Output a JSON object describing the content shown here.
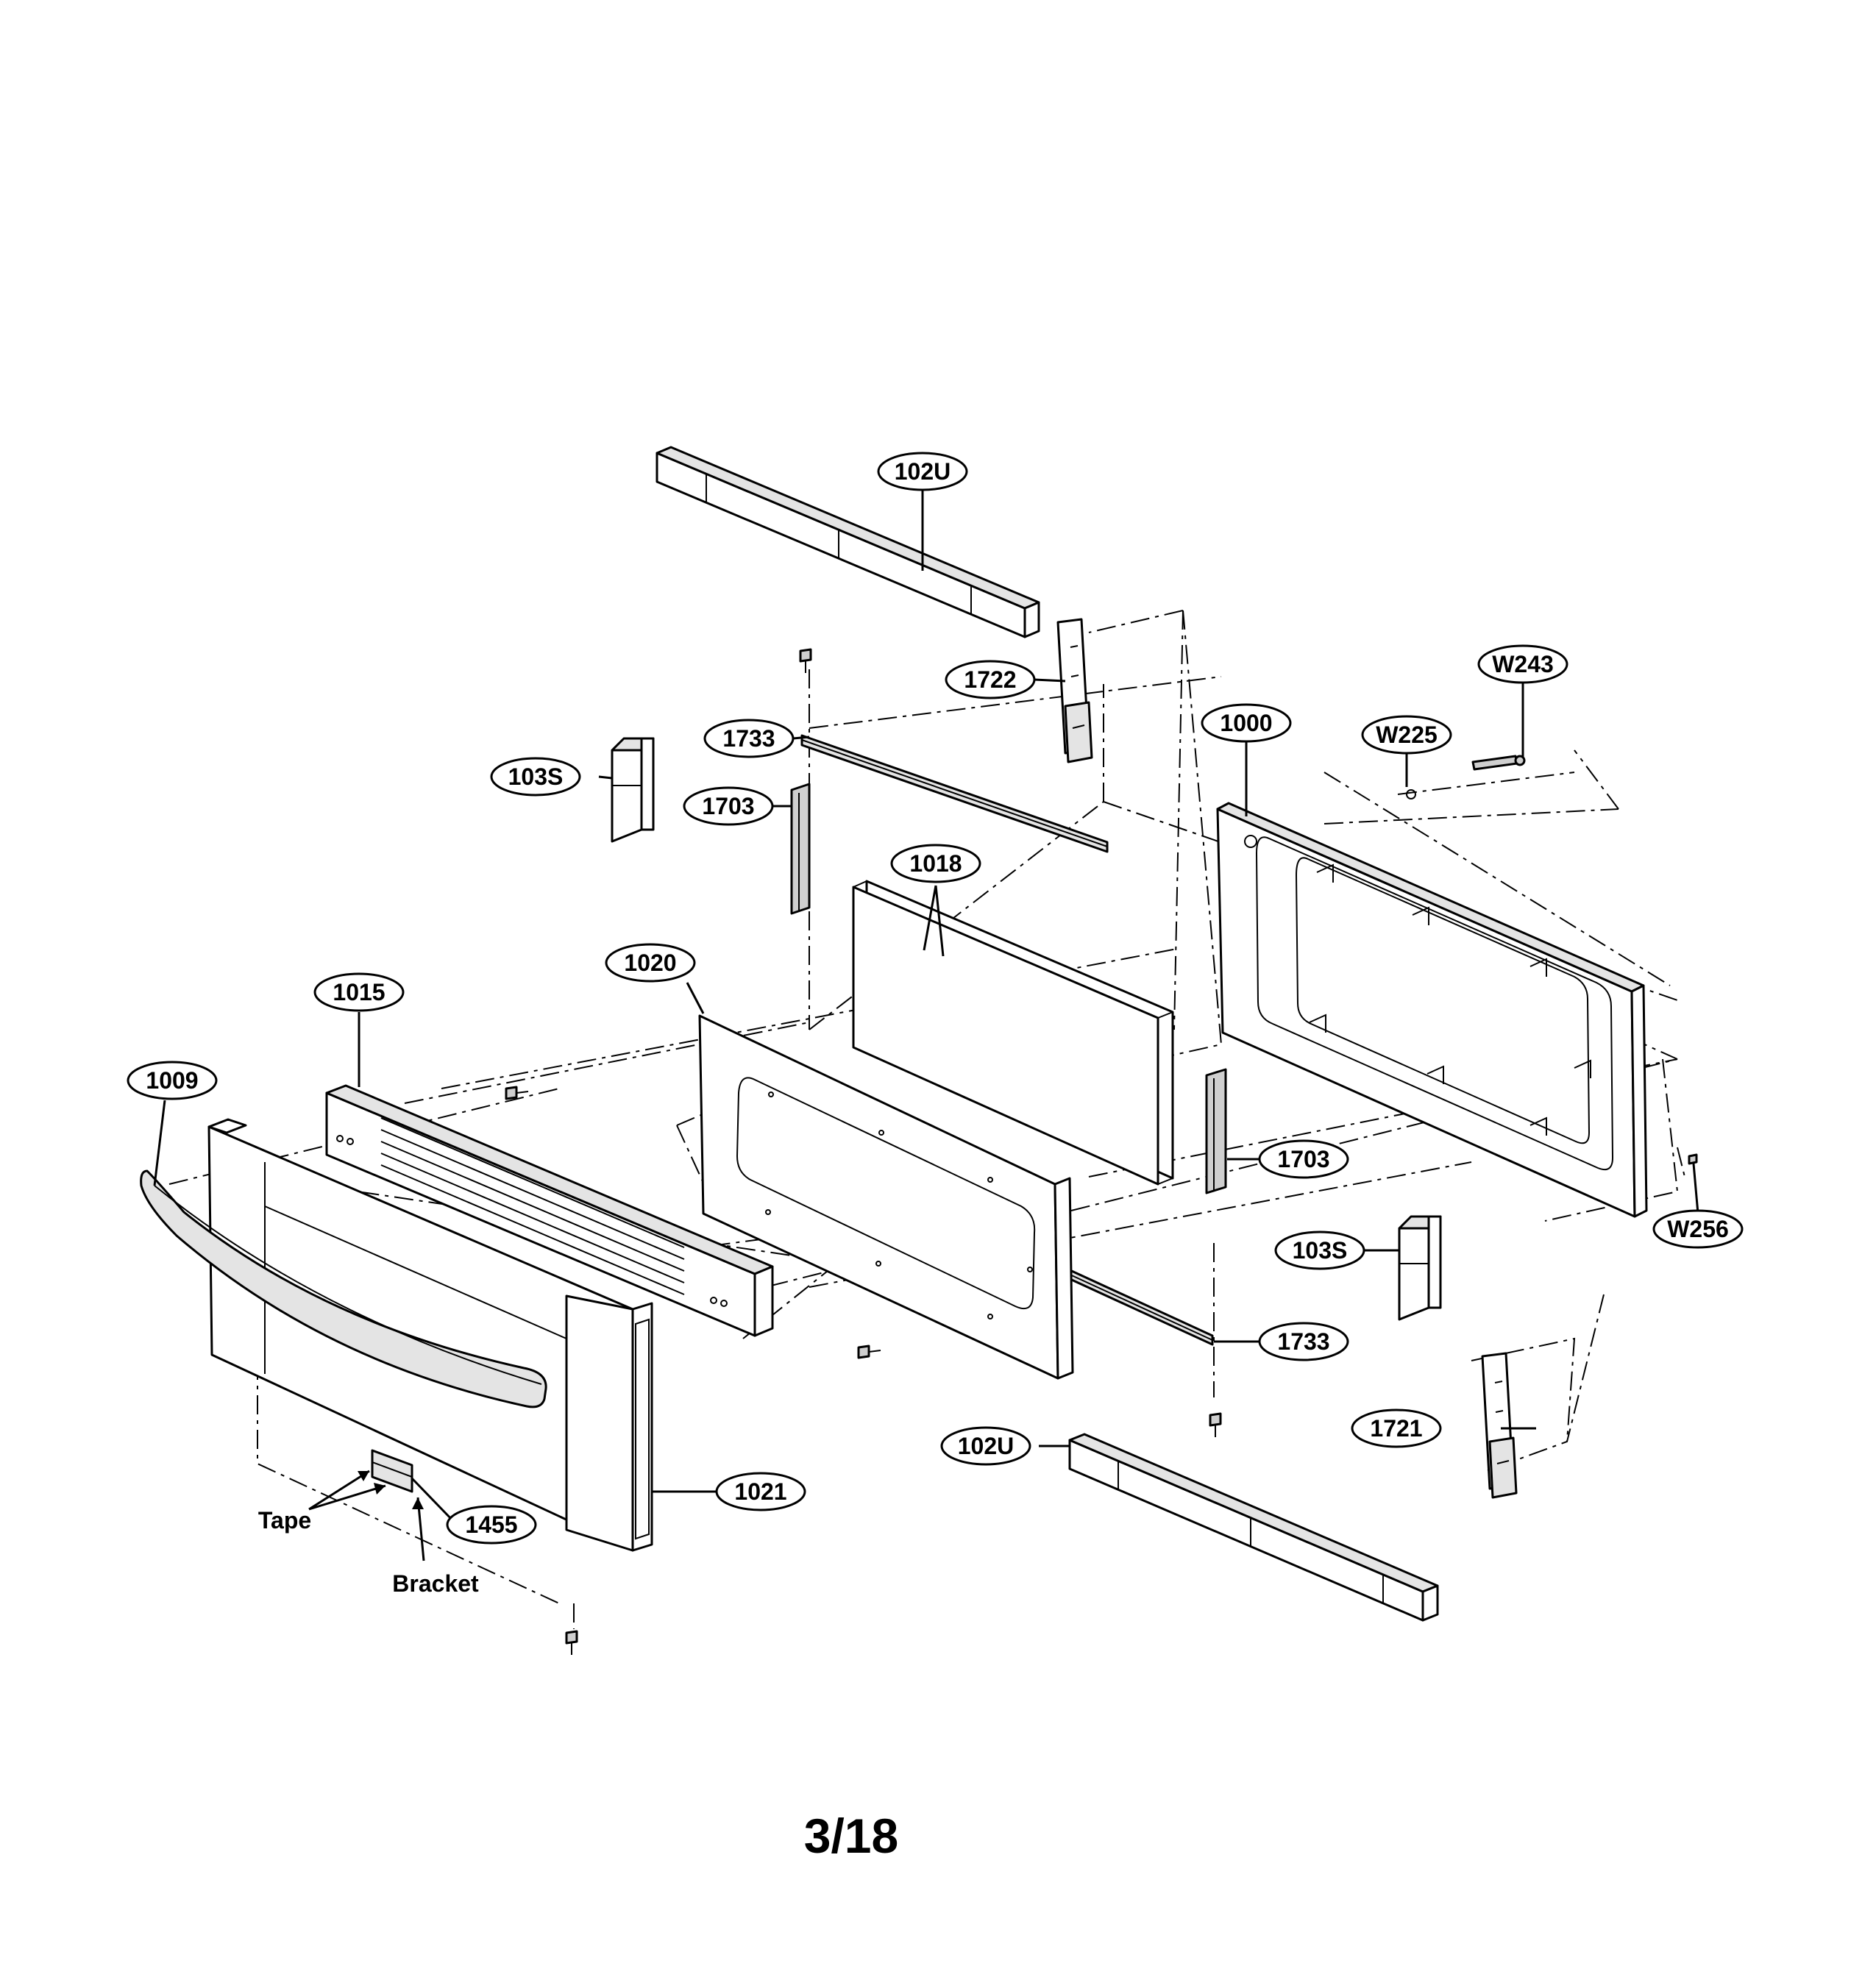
{
  "callouts": {
    "c_102U_top": "102U",
    "c_1722": "1722",
    "c_W243": "W243",
    "c_1000": "1000",
    "c_W225": "W225",
    "c_1733_top": "1733",
    "c_103S_left": "103S",
    "c_1703_left": "1703",
    "c_1018": "1018",
    "c_1020": "1020",
    "c_1015": "1015",
    "c_1009": "1009",
    "c_1703_right": "1703",
    "c_W256": "W256",
    "c_103S_right": "103S",
    "c_1733_bottom": "1733",
    "c_1721": "1721",
    "c_102U_bottom": "102U",
    "c_1021": "1021",
    "c_1455": "1455"
  },
  "labels": {
    "tape": "Tape",
    "bracket": "Bracket"
  },
  "page_number": "3/18"
}
